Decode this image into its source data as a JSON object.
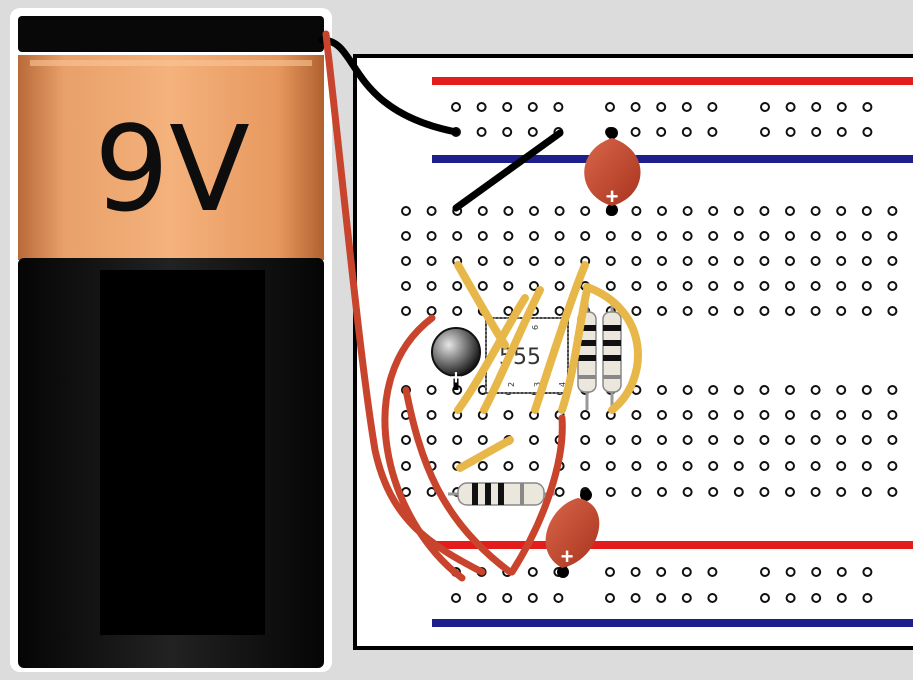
{
  "battery": {
    "label": "9V"
  },
  "ic": {
    "label": "555",
    "pin_labels": [
      "2",
      "3",
      "4",
      "6"
    ]
  },
  "polarity_marks": [
    "+",
    "+",
    "+"
  ],
  "colors": {
    "background": "#dcdcdc",
    "battery_top": "#e9a06a",
    "battery_body": "#111111",
    "rail_red": "#e41c1c",
    "rail_blue": "#1f1f8c",
    "wire_red": "#c8442c",
    "wire_black": "#000000",
    "wire_yellow": "#e8b74a",
    "capacitor": "#c8462e",
    "breadboard": "#ffffff"
  }
}
